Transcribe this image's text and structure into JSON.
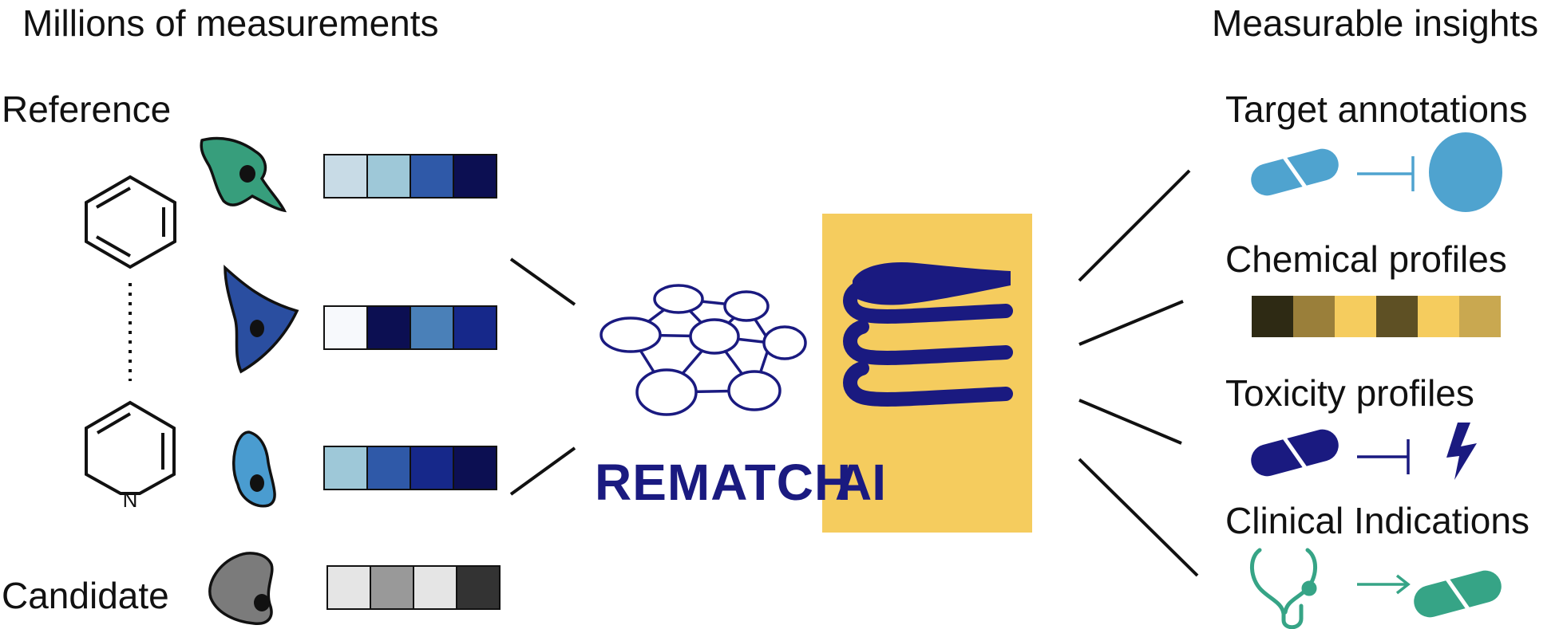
{
  "headers": {
    "left": "Millions of measurements",
    "right": "Measurable insights"
  },
  "labels": {
    "reference": "Reference",
    "candidate": "Candidate",
    "pyridine_n": "N"
  },
  "brand": {
    "word1": "REMATCH",
    "word2": "AI",
    "text_color": "#1a1a80",
    "box_color": "#f5cc5e"
  },
  "profiles": {
    "reference_1": [
      "#c8dbe6",
      "#9ec8d8",
      "#2f59a8",
      "#0c0f52"
    ],
    "reference_2": [
      "#f7f9fc",
      "#0c0f52",
      "#4a80b8",
      "#16288a"
    ],
    "reference_3": [
      "#9ec8d8",
      "#2f59a8",
      "#16288a",
      "#0c0f52"
    ],
    "candidate": [
      "#e5e5e5",
      "#999999",
      "#e5e5e5",
      "#333333"
    ],
    "chemical": [
      "#2e2a14",
      "#9a7f3a",
      "#f5cc5e",
      "#5e5024",
      "#f5cc5e",
      "#c9a850"
    ]
  },
  "insights": [
    {
      "label": "Target annotations"
    },
    {
      "label": "Chemical profiles"
    },
    {
      "label": "Toxicity profiles"
    },
    {
      "label": "Clinical Indications"
    }
  ],
  "colors": {
    "cell_green": "#379e7c",
    "cell_blue_dark": "#2a4ea0",
    "cell_blue_light": "#4a9cd0",
    "cell_gray": "#7b7b7b",
    "network": "#1a1a80",
    "target_blue": "#4fa3cf",
    "toxicity_navy": "#1a1a80",
    "clinical_green": "#36a486"
  },
  "icons": [
    "benzene-icon",
    "pyridine-icon",
    "cell-icon",
    "network-icon",
    "books-icon",
    "pill-icon",
    "inhibit-arrow-icon",
    "circle-target-icon",
    "lightning-icon",
    "stethoscope-icon",
    "arrow-right-icon"
  ]
}
